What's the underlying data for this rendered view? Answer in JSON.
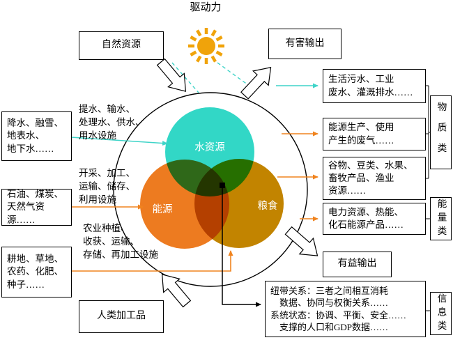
{
  "diagram": {
    "driving_force": "驱动力",
    "venn": {
      "water": "水资源",
      "energy": "能源",
      "food": "粮食"
    },
    "inputs": {
      "natural_resources": "自然资源",
      "water_sources": "降水、融雪、\n地表水、\n地下水……",
      "energy_sources": "石油、煤炭、\n天然气资源……",
      "food_sources": "耕地、草地、\n农药、化肥、\n种子……",
      "human_products": "人类加工品"
    },
    "facilities": {
      "water": "提水、输水、\n处理水、供水、\n用水设施",
      "energy": "开采、加工、\n运输、储存、\n利用设施",
      "food": "农业种植、\n收获、运输、\n存储、再加工设施"
    },
    "outputs": {
      "harmful": "有害输出",
      "beneficial": "有益输出",
      "wastewater": "生活污水、工业\n废水、灌溉排水……",
      "waste_gas": "能源生产、使用\n产生的废气……",
      "food_products": "谷物、豆类、水果、\n畜牧产品、渔业\n资源……",
      "energy_products": "电力资源、热能、\n化石能源产品……",
      "information": "纽带关系：三者之间相互消耗\n　数据、协同与权衡关系……\n系统状态：协调、平衡、安全……\n　支撑的人口和GDP数据……"
    },
    "categories": {
      "material": "物质类",
      "energy": "能量类",
      "information": "信息类"
    }
  },
  "colors": {
    "water": "#32d7c6",
    "energy": "#ed7b20",
    "food": "#c28400",
    "sun": "#f0a30a",
    "water_flow": "#3fd4c8",
    "energy_flow": "#f0831e"
  }
}
